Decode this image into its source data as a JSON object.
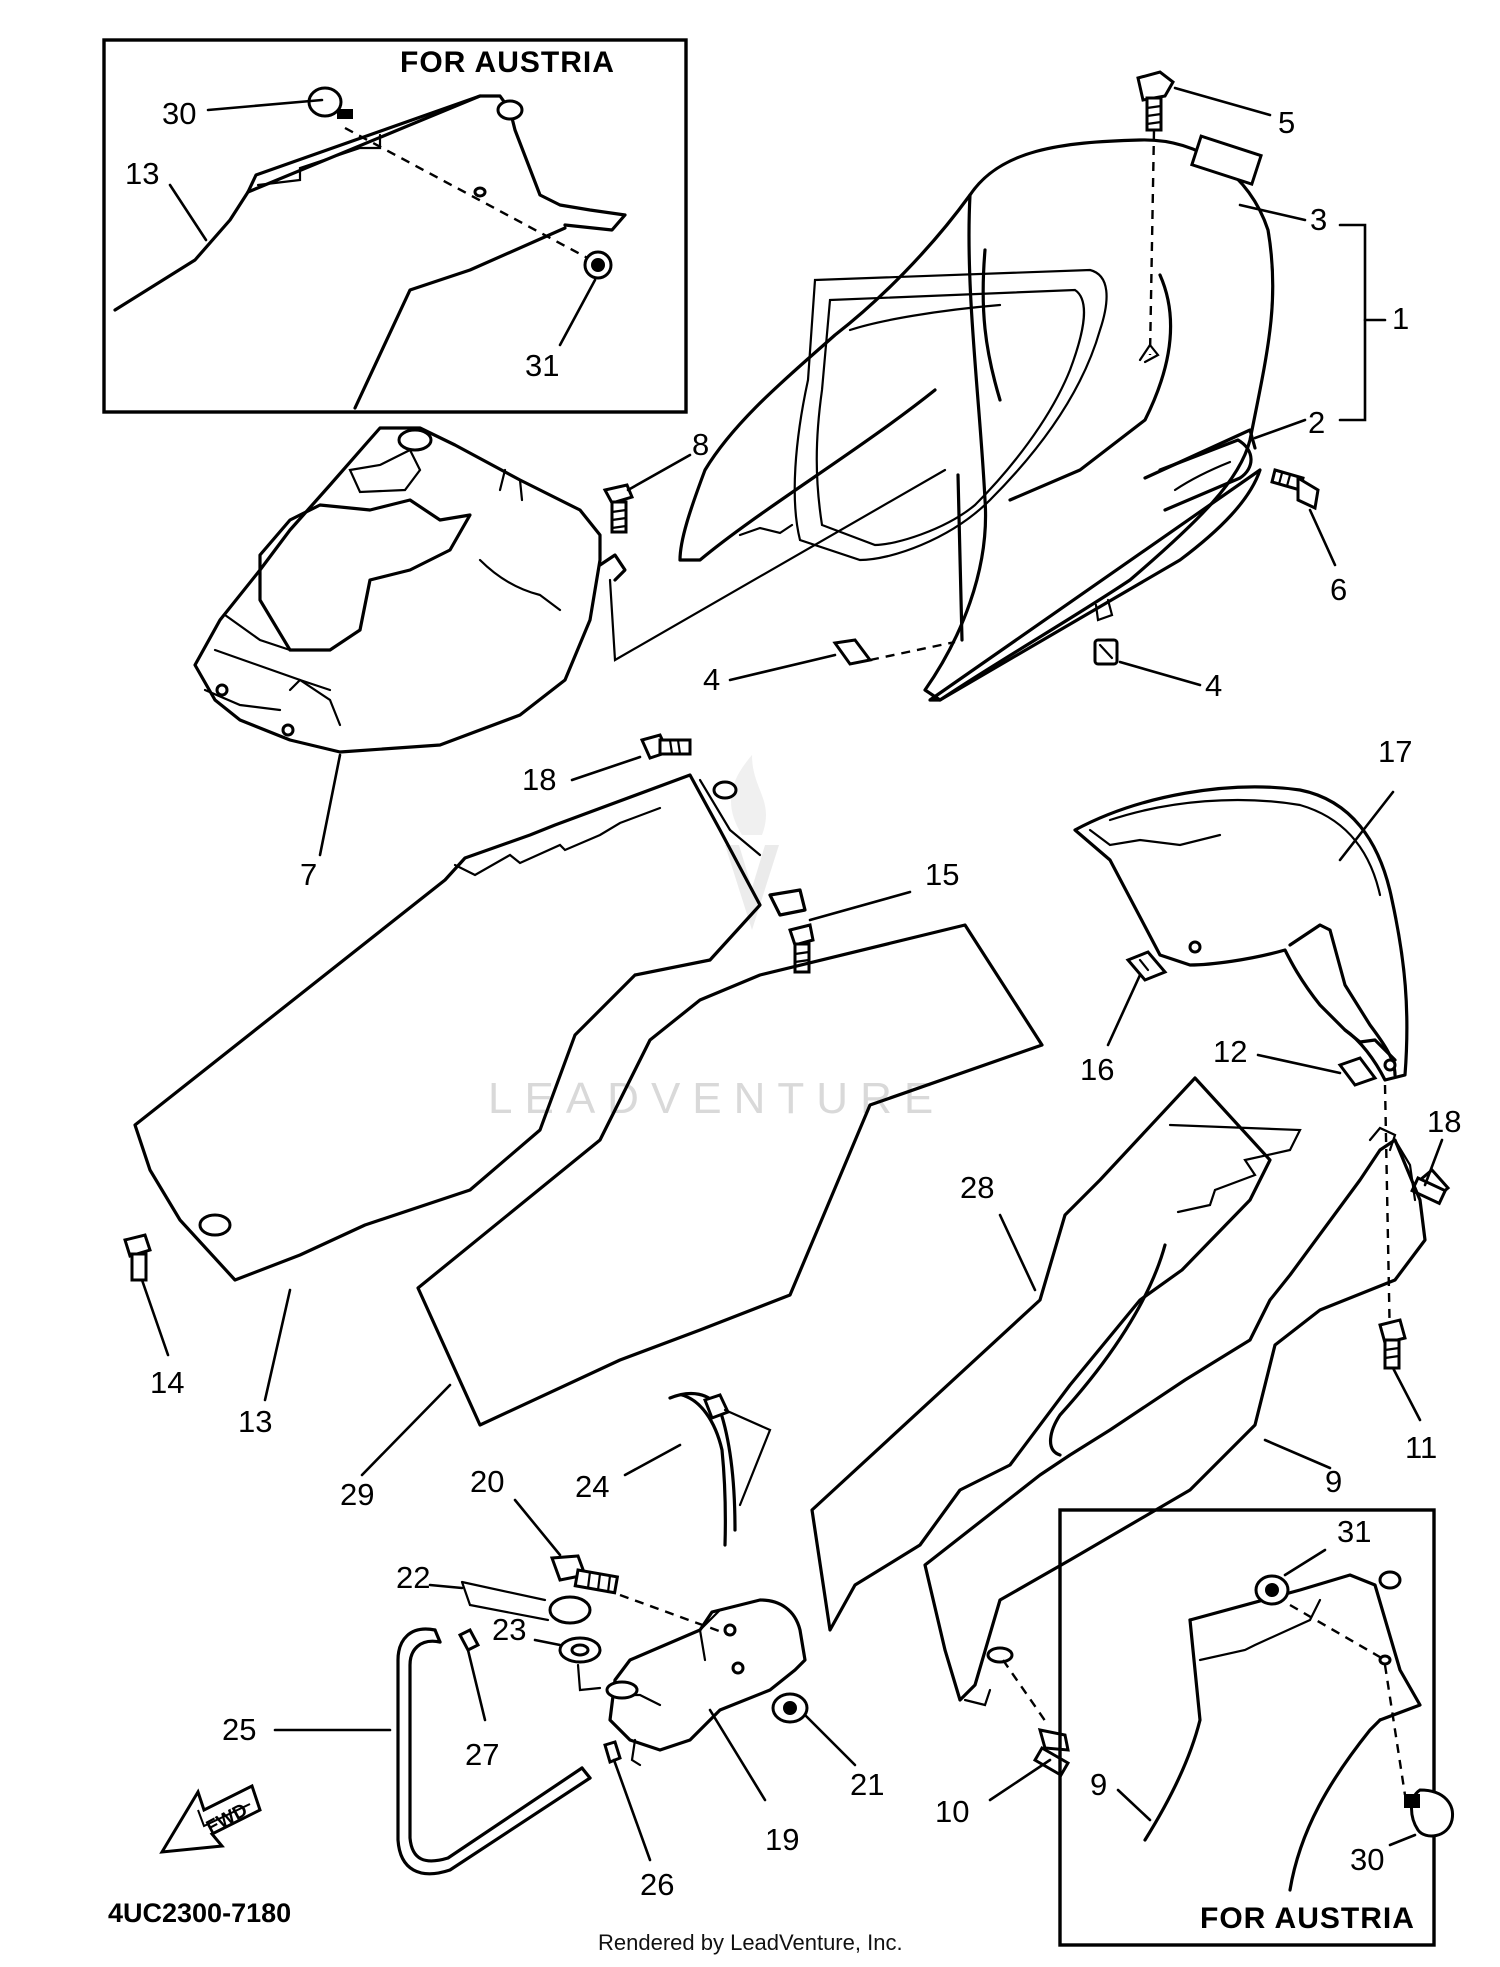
{
  "diagram": {
    "inset_top_title": "FOR  AUSTRIA",
    "inset_bottom_title": "FOR AUSTRIA",
    "part_code": "4UC2300-7180",
    "credit": "Rendered by LeadVenture, Inc.",
    "watermark": "LEADVENTURE",
    "fwd_label": "FWD",
    "callouts": {
      "c1": "1",
      "c2": "2",
      "c3": "3",
      "c4a": "4",
      "c4b": "4",
      "c5": "5",
      "c6": "6",
      "c7": "7",
      "c8": "8",
      "c9a": "9",
      "c9b": "9",
      "c10": "10",
      "c11": "11",
      "c12": "12",
      "c13a": "13",
      "c13b": "13",
      "c14": "14",
      "c15": "15",
      "c16": "16",
      "c17": "17",
      "c18a": "18",
      "c18b": "18",
      "c19": "19",
      "c20": "20",
      "c21": "21",
      "c22": "22",
      "c23": "23",
      "c24": "24",
      "c25": "25",
      "c26": "26",
      "c27": "27",
      "c28": "28",
      "c29": "29",
      "c30a": "30",
      "c30b": "30",
      "c31a": "31",
      "c31b": "31"
    }
  }
}
